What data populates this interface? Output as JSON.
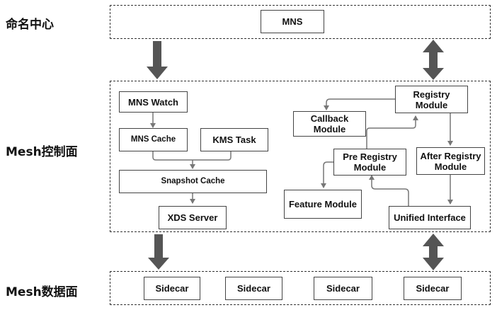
{
  "layers": {
    "naming_center": "命名中心",
    "control_plane": "Mesh控制面",
    "data_plane": "Mesh数据面"
  },
  "nodes": {
    "mns": "MNS",
    "mns_watch": "MNS Watch",
    "mns_cache": "MNS Cache",
    "kms_task": "KMS Task",
    "snapshot_cache": "Snapshot Cache",
    "xds_server": "XDS Server",
    "registry_module": [
      "Registry",
      "Module"
    ],
    "callback_module": [
      "Callback",
      "Module"
    ],
    "pre_registry_module": [
      "Pre Registry",
      "Module"
    ],
    "after_registry_module": [
      "After Registry",
      "Module"
    ],
    "feature_module": "Feature Module",
    "unified_interface": "Unified Interface",
    "sidecars": [
      "Sidecar",
      "Sidecar",
      "Sidecar",
      "Sidecar"
    ]
  },
  "colors": {
    "box_border": "#444444",
    "region_border": "#333333",
    "thin_arrow": "#777777",
    "thick_arrow": "#555555"
  }
}
